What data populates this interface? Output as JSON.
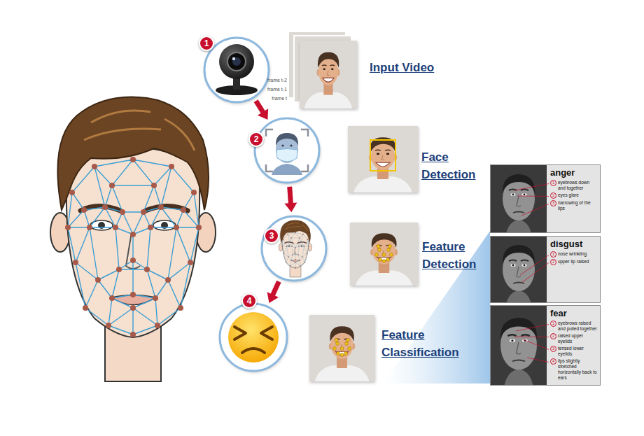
{
  "diagram": {
    "nodes": [
      {
        "text": [
          "1"
        ]
      },
      {
        "text": [
          "2"
        ]
      },
      {
        "text": [
          "3"
        ]
      },
      {
        "text": [
          "4"
        ]
      },
      {
        "text": [
          "anger",
          "1",
          "eyebrows down and together",
          "2",
          "eyes glare",
          "3",
          "narrowing of the lips"
        ]
      },
      {
        "text": [
          "disgust",
          "1",
          "nose wrinkling",
          "2",
          "upper lip raised"
        ]
      },
      {
        "text": [
          "fear",
          "1",
          "eyebrows raised and pulled together",
          "2",
          "raised upper eyelids",
          "3",
          "tensed lower eyelids",
          "4",
          "lips slightly stretched horizontally back to ears"
        ]
      }
    ],
    "edges": [
      {
        "from": 0,
        "to": 1,
        "arrow": "to"
      },
      {
        "from": 1,
        "to": 2,
        "arrow": "to"
      },
      {
        "from": 2,
        "to": 3,
        "arrow": "to"
      }
    ],
    "labels": [
      "frame t-2",
      "frame t-1",
      "frame t",
      "Input Video",
      "Face Detection",
      "Feature Detection",
      "Feature Classification"
    ]
  }
}
